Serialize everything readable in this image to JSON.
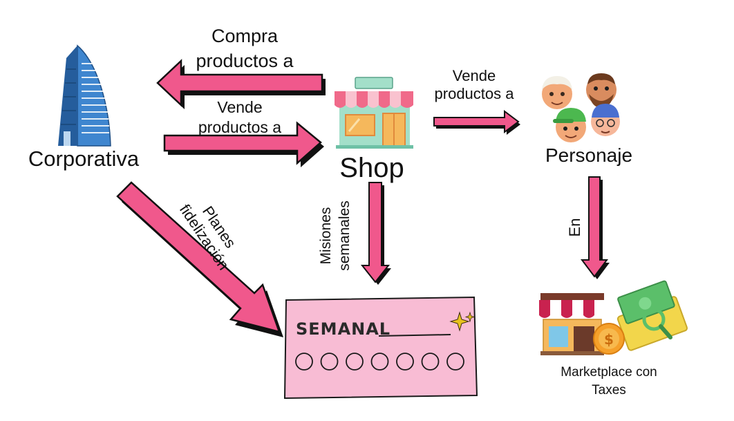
{
  "nodes": {
    "corporativa": "Corporativa",
    "shop": "Shop",
    "personaje": "Personaje",
    "marketplace": "Marketplace con Taxes",
    "semanal": "SEMANAL"
  },
  "edges": {
    "compra": "Compra productos a",
    "vende_corp": "Vende productos a",
    "vende_shop": "Vende productos a",
    "planes": "Planes fidelización",
    "misiones": "Misiones semanales",
    "en": "En"
  },
  "card": {
    "circle_count": 7
  },
  "colors": {
    "arrow_fill": "#f0588c",
    "arrow_stroke": "#111111",
    "card_fill": "#f8bcd4",
    "building_blue": "#2f6fb5",
    "shop_awning": "#f06a8a",
    "shop_wall": "#a3dfc9",
    "sparkle": "#e8c21f",
    "money_green": "#5bbf6a",
    "coin_orange": "#f5a02a"
  }
}
